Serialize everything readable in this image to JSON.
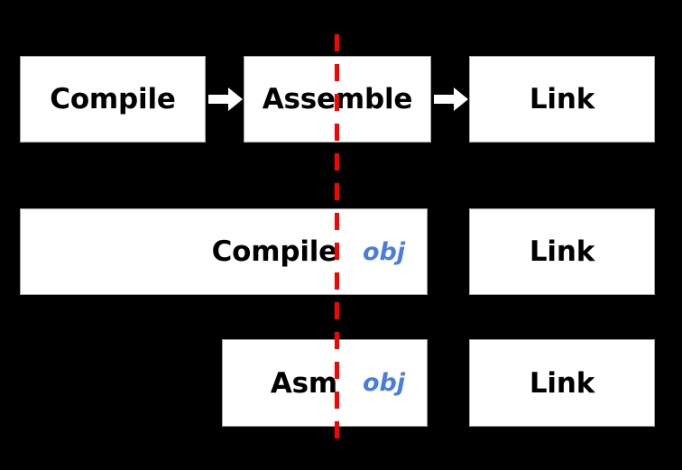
{
  "diagram": {
    "title": "Compilation pipeline stages split by object-file boundary",
    "background_color": "#000000",
    "box_fill_color": "#FFFFFF",
    "box_border_color": "#A6A6A6",
    "text_color": "#000000",
    "obj_marker_color": "#4A7EDC",
    "divider_color": "#FF0000",
    "arrow_color": "#FFFFFF",
    "rows": [
      {
        "id": "row-1",
        "nodes": [
          {
            "label": "Compile"
          },
          {
            "label": "Assemble"
          },
          {
            "label": "Link"
          }
        ],
        "arrows": [
          "arrow-right",
          "arrow-right"
        ]
      },
      {
        "id": "row-2",
        "nodes": [
          {
            "label": "Compile",
            "marker": "obj"
          },
          {
            "label": "Link"
          }
        ]
      },
      {
        "id": "row-3",
        "nodes": [
          {
            "label": "Asm",
            "marker": "obj"
          },
          {
            "label": "Link"
          }
        ]
      }
    ],
    "divider": {
      "name": "object-file-boundary",
      "style": "dashed",
      "orientation": "vertical"
    }
  }
}
